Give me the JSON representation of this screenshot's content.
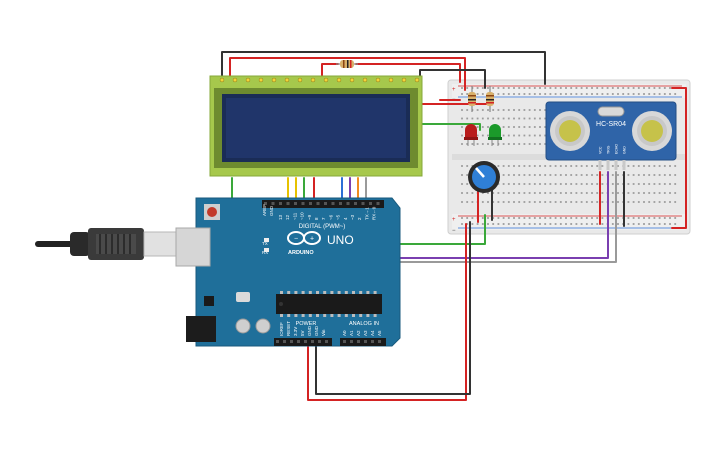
{
  "arduino": {
    "brand": "UNO",
    "sub_brand": "ARDUINO",
    "digital_header": "DIGITAL (PWM~)",
    "power_header": "POWER",
    "analog_header": "ANALOG IN",
    "tx_label": "TX",
    "rx_label": "RX",
    "aref_label": "AREF",
    "gnd_label": "GND",
    "digital_pins": [
      "13",
      "12",
      "~11",
      "~10",
      "~9",
      "8",
      "7",
      "~6",
      "~5",
      "4",
      "~3",
      "2",
      "TX→1",
      "RX←0"
    ],
    "power_pins": [
      "IOREF",
      "RESET",
      "3.3V",
      "5V",
      "GND",
      "GND",
      "Vin"
    ],
    "analog_pins": [
      "A0",
      "A1",
      "A2",
      "A3",
      "A4",
      "A5"
    ]
  },
  "ultrasonic": {
    "model": "HC-SR04",
    "pins": [
      "VCC",
      "TRIG",
      "ECHO",
      "GND"
    ]
  },
  "breadboard": {
    "plus": "+",
    "minus": "−"
  },
  "colors": {
    "wire_red": "#d42323",
    "wire_black": "#333333",
    "wire_green": "#3aa83a",
    "wire_yellow": "#e6c200",
    "wire_orange": "#f08c1e",
    "wire_blue": "#2c6fd6",
    "wire_purple": "#7a3fb0",
    "wire_gray": "#9a9a9a",
    "pcb_teal": "#1f6f9a",
    "lcd_green": "#a6c84c",
    "lcd_screen": "#1a2c56",
    "sensor_blue": "#2f64a8",
    "led_red": "#b81c1c",
    "led_green": "#1b9a2a"
  }
}
